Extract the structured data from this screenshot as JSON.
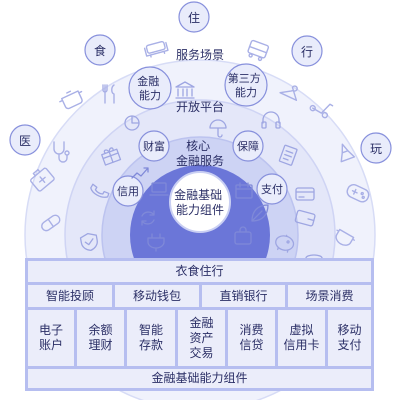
{
  "diagram": {
    "rings": {
      "outer": "服务场景",
      "middle": "开放平台",
      "inner": "核心\n金融服务",
      "center": "金融基础\n能力组件"
    },
    "scenario_tags": [
      "住",
      "食",
      "行",
      "医",
      "玩"
    ],
    "open_platform_tags": [
      "金融\n能力",
      "第三方\n能力"
    ],
    "core_service_tags": [
      "财富",
      "保障",
      "信用",
      "支付"
    ],
    "icons": [
      "sofa-icon",
      "bus-icon",
      "pot-icon",
      "cutlery-icon",
      "hanger-icon",
      "scooter-icon",
      "stethoscope-icon",
      "badminton-icon",
      "medical-kit-icon",
      "gamepad-icon",
      "pill-icon",
      "mask-icon",
      "bank-icon",
      "headset-icon",
      "chart-icon",
      "umbrella-icon",
      "document-icon",
      "gift-icon",
      "card-icon",
      "wallet-icon",
      "phone-icon",
      "shield-icon",
      "handshake-icon",
      "pig-icon",
      "coin-stack-icon",
      "trend-icon",
      "laptop-icon",
      "calendar-icon",
      "leaf-icon",
      "sync-icon",
      "bag-icon",
      "plug-icon"
    ],
    "colors": {
      "outer_ring": "#f0f2fc",
      "middle_ring": "#dfe3f8",
      "inner_ring": "#c9cff3",
      "core": "#6b76d8",
      "tag_fill": "#e9ecfb",
      "tag_stroke": "#8790dc",
      "text": "#2b2f66"
    }
  },
  "stack": {
    "top_bar": "衣食住行",
    "row2": [
      "智能投顾",
      "移动钱包",
      "直销银行",
      "场景消费"
    ],
    "row3": [
      "电子\n账户",
      "余额\n理财",
      "智能\n存款",
      "金融\n资产\n交易",
      "消费\n信贷",
      "虚拟\n信用卡",
      "移动\n支付"
    ],
    "bottom_bar": "金融基础能力组件",
    "colors": {
      "frame": "#b6bef0",
      "cell": "#ebedfa"
    }
  }
}
